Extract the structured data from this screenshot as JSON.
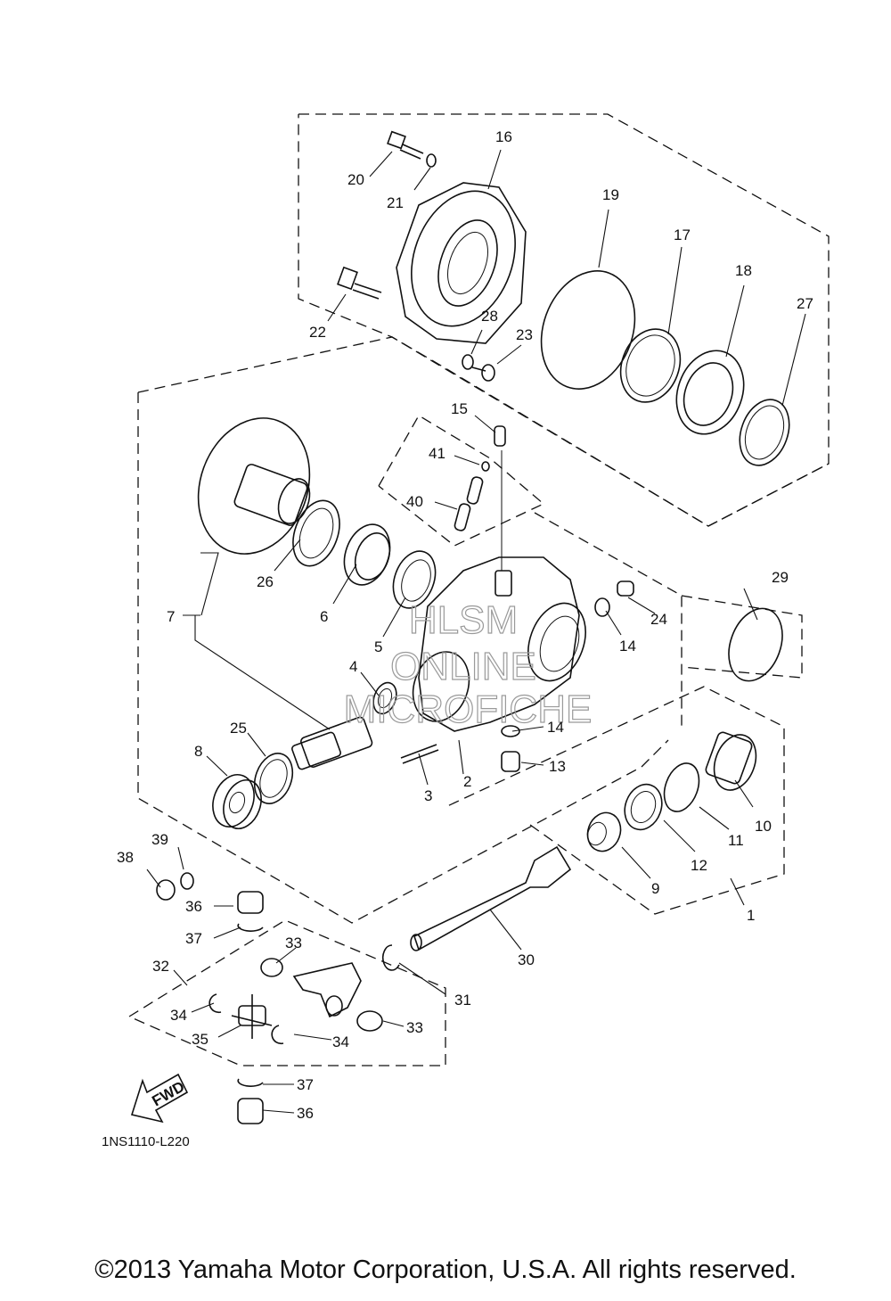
{
  "callouts": [
    "1",
    "2",
    "3",
    "4",
    "5",
    "6",
    "7",
    "8",
    "9",
    "10",
    "11",
    "12",
    "13",
    "14",
    "14",
    "15",
    "16",
    "17",
    "18",
    "19",
    "20",
    "21",
    "22",
    "23",
    "24",
    "25",
    "26",
    "27",
    "28",
    "29",
    "30",
    "31",
    "32",
    "33",
    "33",
    "34",
    "34",
    "35",
    "36",
    "36",
    "37",
    "37",
    "38",
    "39",
    "40",
    "41"
  ],
  "watermark": [
    "HLSM",
    "ONLINE",
    "MICROFICHE"
  ],
  "fwd_label": "FWD",
  "diagram_code": "1NS1110-L220",
  "copyright": "©2013 Yamaha Motor Corporation, U.S.A. All rights reserved."
}
